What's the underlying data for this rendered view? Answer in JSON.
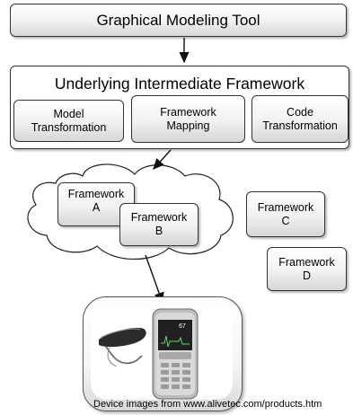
{
  "top": {
    "label": "Graphical Modeling Tool"
  },
  "framework": {
    "title": "Underlying Intermediate Framework",
    "components": [
      {
        "line1": "Model",
        "line2": "Transformation"
      },
      {
        "line1": "Framework",
        "line2": "Mapping"
      },
      {
        "line1": "Code",
        "line2": "Transformation"
      }
    ]
  },
  "frameworks": [
    {
      "line1": "Framework",
      "line2": "A"
    },
    {
      "line1": "Framework",
      "line2": "B"
    },
    {
      "line1": "Framework",
      "line2": "C"
    },
    {
      "line1": "Framework",
      "line2": "D"
    }
  ],
  "device": {
    "images": [
      "sensor-device-icon",
      "mobile-phone-icon"
    ],
    "phone_reading": "67"
  },
  "credit": "Device images from www.alivetec.com/products.htm"
}
